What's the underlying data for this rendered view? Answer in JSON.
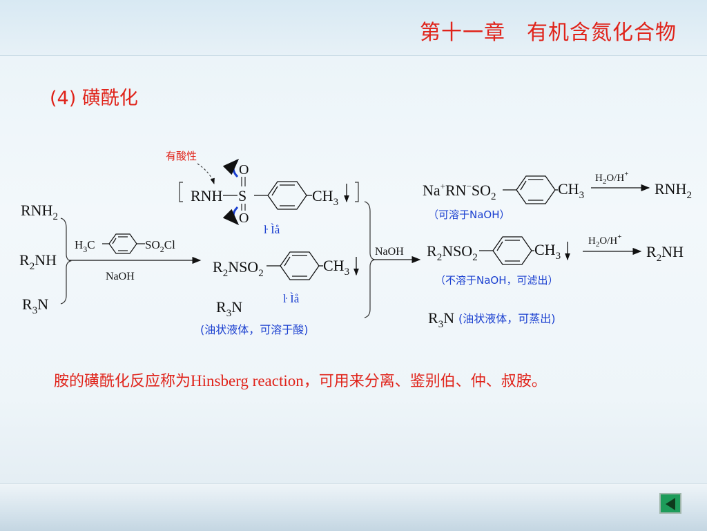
{
  "header": {
    "chapter_title": "第十一章　有机含氮化合物"
  },
  "section": {
    "title": "(4) 磺酰化"
  },
  "scheme": {
    "amine_1": "RNH",
    "amine_2": "R",
    "amine_2_tail": "NH",
    "amine_3": "R",
    "amine_3_tail": "N",
    "reagent_h3c": "H",
    "reagent_h3c_tail": "C",
    "reagent_so2cl": "SO",
    "reagent_cl": "Cl",
    "reagent_base": "NaOH",
    "acid_note": "有酸性",
    "rnh": "RNH",
    "sulfur": "S",
    "oxygen": "O",
    "methyl": "CH",
    "sub3": "3",
    "sub2": "2",
    "r2nso2": "R",
    "r2nso2_tail": "NSO",
    "r3n": "R",
    "r3n_tail": "N",
    "r3n_note": "(油状液体，可溶于酸)",
    "ppt_marker": "ŀ Ìå",
    "naoh_2": "NaOH",
    "na_salt": "Na",
    "rn_minus": "RN",
    "so2_right": "SO",
    "salt_note": "（可溶于NaOH）",
    "hydrolysis_1": "H",
    "hydrolysis_o": "O/H",
    "product_1": "RNH",
    "r2nso2_right": "R",
    "r2nso2_right_tail": "NSO",
    "insoluble_note": "（不溶于NaOH，可滤出）",
    "product_2": "R",
    "product_2_tail": "NH",
    "r3n_right": "R",
    "r3n_right_tail": "N",
    "r3n_right_note": "(油状液体，可蒸出)"
  },
  "summary": {
    "part1": "胺的磺酰化反应称为",
    "latin": "Hinsberg reaction",
    "part2": "，可用来分离、鉴别伯、仲、叔胺。"
  },
  "colors": {
    "accent_red": "#e0231a",
    "note_blue": "#1a3fd0",
    "nav_green": "#1d9c5a"
  },
  "nav": {
    "icon": "back-arrow-icon"
  }
}
